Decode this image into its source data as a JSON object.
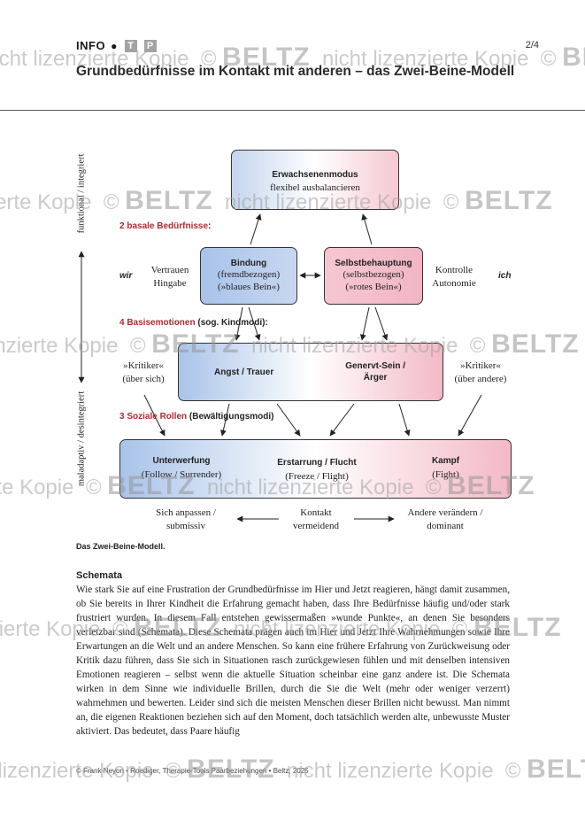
{
  "header": {
    "section": "INFO",
    "badges": [
      "T",
      "P"
    ],
    "page": "2/4",
    "title": "Grundbedürfnisse im Kontakt mit anderen – das Zwei-Beine-Modell"
  },
  "diagram": {
    "axis_top": "funktional / integriert",
    "axis_bottom": "maladaptiv / desintegriert",
    "erwachsenenmodus": {
      "title": "Erwachsenenmodus",
      "sub": "flexibel ausbalancieren"
    },
    "label_beduerfnisse": {
      "red": "2 basale Bedürfnisse",
      "black": ":"
    },
    "wir": "wir",
    "ich": "ich",
    "left_needs": [
      "Vertrauen",
      "Hingabe"
    ],
    "right_needs": [
      "Kontrolle",
      "Autonomie"
    ],
    "bindung": {
      "title": "Bindung",
      "lines": [
        "(fremdbezogen)",
        "(»blaues Bein«)"
      ]
    },
    "selbstbehauptung": {
      "title": "Selbstbehauptung",
      "lines": [
        "(selbstbezogen)",
        "(»rotes Bein«)"
      ]
    },
    "label_emotionen": {
      "red": "4 Basisemotionen",
      "black": " (sog. Kindmodi):"
    },
    "kritiker_left": [
      "»Kritiker«",
      "(über sich)"
    ],
    "kritiker_right": [
      "»Kritiker«",
      "(über andere)"
    ],
    "angst": "Angst / Trauer",
    "genervt": [
      "Genervt-Sein /",
      "Ärger"
    ],
    "label_rollen": {
      "red": "3 Soziale Rollen",
      "black": " (Bewältigungsmodi)"
    },
    "unterwerfung": {
      "title": "Unterwerfung",
      "sub": "(Follow / Surrender)"
    },
    "erstarrung": {
      "title": "Erstarrung / Flucht",
      "sub": "(Freeze / Flight)"
    },
    "kampf": {
      "title": "Kampf",
      "sub": "(Fight)"
    },
    "bottom_left": [
      "Sich anpassen /",
      "submissiv"
    ],
    "bottom_mid": [
      "Kontakt",
      "vermeidend"
    ],
    "bottom_right": [
      "Andere verändern /",
      "dominant"
    ]
  },
  "caption": "Das Zwei-Beine-Modell.",
  "section_title": "Schemata",
  "body": "Wie stark Sie auf eine Frustration der Grundbedürfnisse im Hier und Jetzt reagieren, hängt damit zusammen, ob Sie bereits in Ihrer Kindheit die Erfahrung gemacht haben, dass Ihre Bedürfnisse häufig und/oder stark frustriert wurden. In diesem Fall entstehen gewissermaßen »wunde Punkte«, an denen Sie besonders verletzbar sind (Schemata). Diese Schemata prägen auch im Hier und Jetzt Ihre Wahrnehmungen sowie Ihre Erwartungen an die Welt und an andere Menschen. So kann eine frühere Erfahrung von Zurückweisung oder Kritik dazu führen, dass Sie sich in Situationen rasch zurückgewiesen fühlen und mit denselben intensiven Emotionen reagieren – selbst wenn die aktuelle Situation scheinbar eine ganz andere ist. Die Schemata wirken in dem Sinne wie individuelle Brillen, durch die Sie die Welt (mehr oder weniger verzerrt) wahrnehmen und bewerten. Leider sind sich die meisten Menschen dieser Brillen nicht bewusst. Man nimmt an, die eigenen Reaktionen beziehen sich auf den Moment, doch tatsächlich werden alte, unbewusste Muster aktiviert. Das bedeutet, dass Paare häufig",
  "footer": "© Frank Neyon • Roediger, Therapie-Tools Paarbeziehungen • Beltz, 2025",
  "watermark": {
    "text": "nicht lizenzierte Kopie",
    "brand": "BELTZ",
    "symbol": "©"
  },
  "colors": {
    "blue": "#a9c3e9",
    "pink": "#f3b9c6",
    "accent_red": "#b22a2e"
  }
}
